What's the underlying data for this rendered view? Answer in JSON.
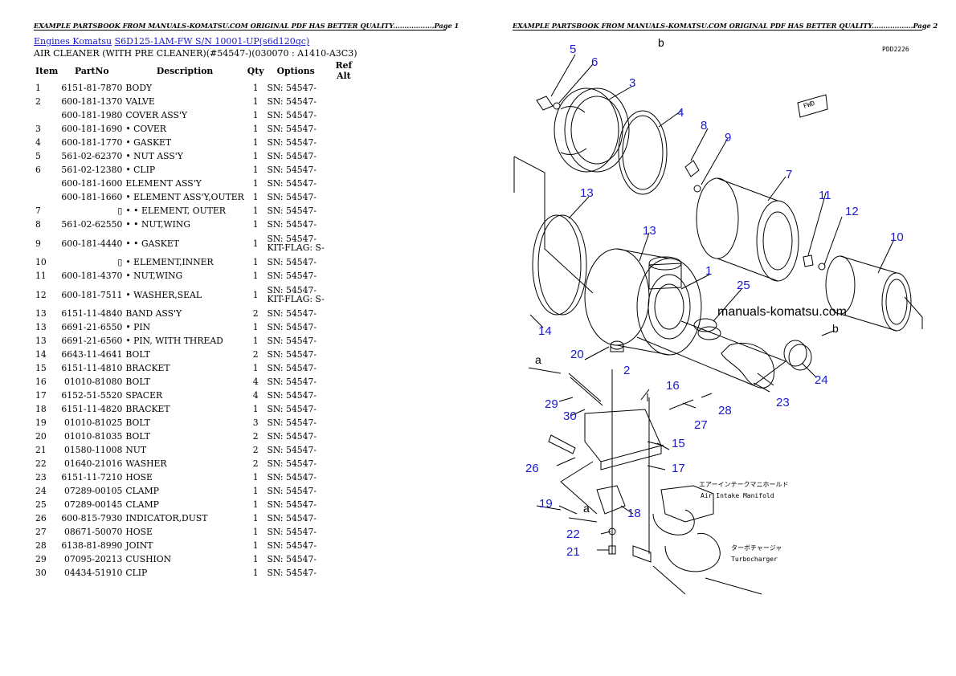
{
  "header": {
    "left": "EXAMPLE PARTSBOOK FROM MANUALS-KOMATSU.COM ORIGINAL PDF HAS BETTER QUALITY..................Page 1",
    "right": "EXAMPLE PARTSBOOK FROM MANUALS-KOMATSU.COM ORIGINAL PDF HAS BETTER QUALITY..................Page 2"
  },
  "breadcrumb": {
    "link1": "Engines Komatsu",
    "link2": "S6D125-1AM-FW S/N 10001-UP(s6d120qc)"
  },
  "subtitle": "AIR CLEANER (WITH PRE CLEANER)(#54547-)(030070 : A1410-A3C3)",
  "table": {
    "columns": [
      "Item",
      "PartNo",
      "Description",
      "Qty",
      "Options",
      "Ref Alt"
    ],
    "rows": [
      {
        "item": "1",
        "part": "6151-81-7870",
        "desc": "BODY",
        "qty": "1",
        "opt": "SN: 54547-"
      },
      {
        "item": "2",
        "part": "600-181-1370",
        "desc": "VALVE",
        "qty": "1",
        "opt": "SN: 54547-"
      },
      {
        "item": "",
        "part": "600-181-1980",
        "desc": "COVER ASS'Y",
        "qty": "1",
        "opt": "SN: 54547-"
      },
      {
        "item": "3",
        "part": "600-181-1690",
        "desc": "• COVER",
        "qty": "1",
        "opt": "SN: 54547-"
      },
      {
        "item": "4",
        "part": "600-181-1770",
        "desc": "• GASKET",
        "qty": "1",
        "opt": "SN: 54547-"
      },
      {
        "item": "5",
        "part": "561-02-62370",
        "desc": "• NUT ASS'Y",
        "qty": "1",
        "opt": "SN: 54547-"
      },
      {
        "item": "6",
        "part": "561-02-12380",
        "desc": "• CLIP",
        "qty": "1",
        "opt": "SN: 54547-"
      },
      {
        "item": "",
        "part": "600-181-1600",
        "desc": "ELEMENT ASS'Y",
        "qty": "1",
        "opt": "SN: 54547-"
      },
      {
        "item": "",
        "part": "600-181-1660",
        "desc": "• ELEMENT ASS'Y,OUTER",
        "qty": "1",
        "opt": "SN: 54547-"
      },
      {
        "item": "7",
        "part": "▯",
        "desc": "• • ELEMENT, OUTER",
        "qty": "1",
        "opt": "SN: 54547-"
      },
      {
        "item": "8",
        "part": "561-02-62550",
        "desc": "• • NUT,WING",
        "qty": "1",
        "opt": "SN: 54547-"
      },
      {
        "item": "9",
        "part": "600-181-4440",
        "desc": "• • GASKET",
        "qty": "1",
        "opt": "SN: 54547-",
        "opt2": "KIT-FLAG: S-"
      },
      {
        "item": "10",
        "part": "▯",
        "desc": "• ELEMENT,INNER",
        "qty": "1",
        "opt": "SN: 54547-"
      },
      {
        "item": "11",
        "part": "600-181-4370",
        "desc": "• NUT,WING",
        "qty": "1",
        "opt": "SN: 54547-"
      },
      {
        "item": "12",
        "part": "600-181-7511",
        "desc": "• WASHER,SEAL",
        "qty": "1",
        "opt": "SN: 54547-",
        "opt2": "KIT-FLAG: S-"
      },
      {
        "item": "13",
        "part": "6151-11-4840",
        "desc": "BAND ASS'Y",
        "qty": "2",
        "opt": "SN: 54547-"
      },
      {
        "item": "13",
        "part": "6691-21-6550",
        "desc": "• PIN",
        "qty": "1",
        "opt": "SN: 54547-"
      },
      {
        "item": "13",
        "part": "6691-21-6560",
        "desc": "• PIN, WITH THREAD",
        "qty": "1",
        "opt": "SN: 54547-"
      },
      {
        "item": "14",
        "part": "6643-11-4641",
        "desc": "BOLT",
        "qty": "2",
        "opt": "SN: 54547-"
      },
      {
        "item": "15",
        "part": "6151-11-4810",
        "desc": "BRACKET",
        "qty": "1",
        "opt": "SN: 54547-"
      },
      {
        "item": "16",
        "part": "01010-81080",
        "desc": "BOLT",
        "qty": "4",
        "opt": "SN: 54547-"
      },
      {
        "item": "17",
        "part": "6152-51-5520",
        "desc": "SPACER",
        "qty": "4",
        "opt": "SN: 54547-"
      },
      {
        "item": "18",
        "part": "6151-11-4820",
        "desc": "BRACKET",
        "qty": "1",
        "opt": "SN: 54547-"
      },
      {
        "item": "19",
        "part": "01010-81025",
        "desc": "BOLT",
        "qty": "3",
        "opt": "SN: 54547-"
      },
      {
        "item": "20",
        "part": "01010-81035",
        "desc": "BOLT",
        "qty": "2",
        "opt": "SN: 54547-"
      },
      {
        "item": "21",
        "part": "01580-11008",
        "desc": "NUT",
        "qty": "2",
        "opt": "SN: 54547-"
      },
      {
        "item": "22",
        "part": "01640-21016",
        "desc": "WASHER",
        "qty": "2",
        "opt": "SN: 54547-"
      },
      {
        "item": "23",
        "part": "6151-11-7210",
        "desc": "HOSE",
        "qty": "1",
        "opt": "SN: 54547-"
      },
      {
        "item": "24",
        "part": "07289-00105",
        "desc": "CLAMP",
        "qty": "1",
        "opt": "SN: 54547-"
      },
      {
        "item": "25",
        "part": "07289-00145",
        "desc": "CLAMP",
        "qty": "1",
        "opt": "SN: 54547-"
      },
      {
        "item": "26",
        "part": "600-815-7930",
        "desc": "INDICATOR,DUST",
        "qty": "1",
        "opt": "SN: 54547-"
      },
      {
        "item": "27",
        "part": "08671-50070",
        "desc": "HOSE",
        "qty": "1",
        "opt": "SN: 54547-"
      },
      {
        "item": "28",
        "part": "6138-81-8990",
        "desc": "JOINT",
        "qty": "1",
        "opt": "SN: 54547-"
      },
      {
        "item": "29",
        "part": "07095-20213",
        "desc": "CUSHION",
        "qty": "1",
        "opt": "SN: 54547-"
      },
      {
        "item": "30",
        "part": "04434-51910",
        "desc": "CLIP",
        "qty": "1",
        "opt": "SN: 54547-"
      }
    ]
  },
  "diagram": {
    "code": "PDD2226",
    "fwd": "FWD",
    "watermark": "manuals-komatsu.com",
    "letters": [
      "b",
      "a",
      "a",
      "b"
    ],
    "jp_manifold": "エアーインテークマニホールド",
    "en_manifold": "Air Intake Manifold",
    "jp_turbo": "ターボチャージャ",
    "en_turbo": "Turbocharger",
    "callouts": [
      "5",
      "6",
      "3",
      "4",
      "8",
      "9",
      "7",
      "11",
      "12",
      "10",
      "13",
      "13",
      "1",
      "25",
      "14",
      "20",
      "2",
      "16",
      "24",
      "29",
      "30",
      "27",
      "28",
      "15",
      "23",
      "26",
      "17",
      "19",
      "18",
      "22",
      "21"
    ]
  }
}
